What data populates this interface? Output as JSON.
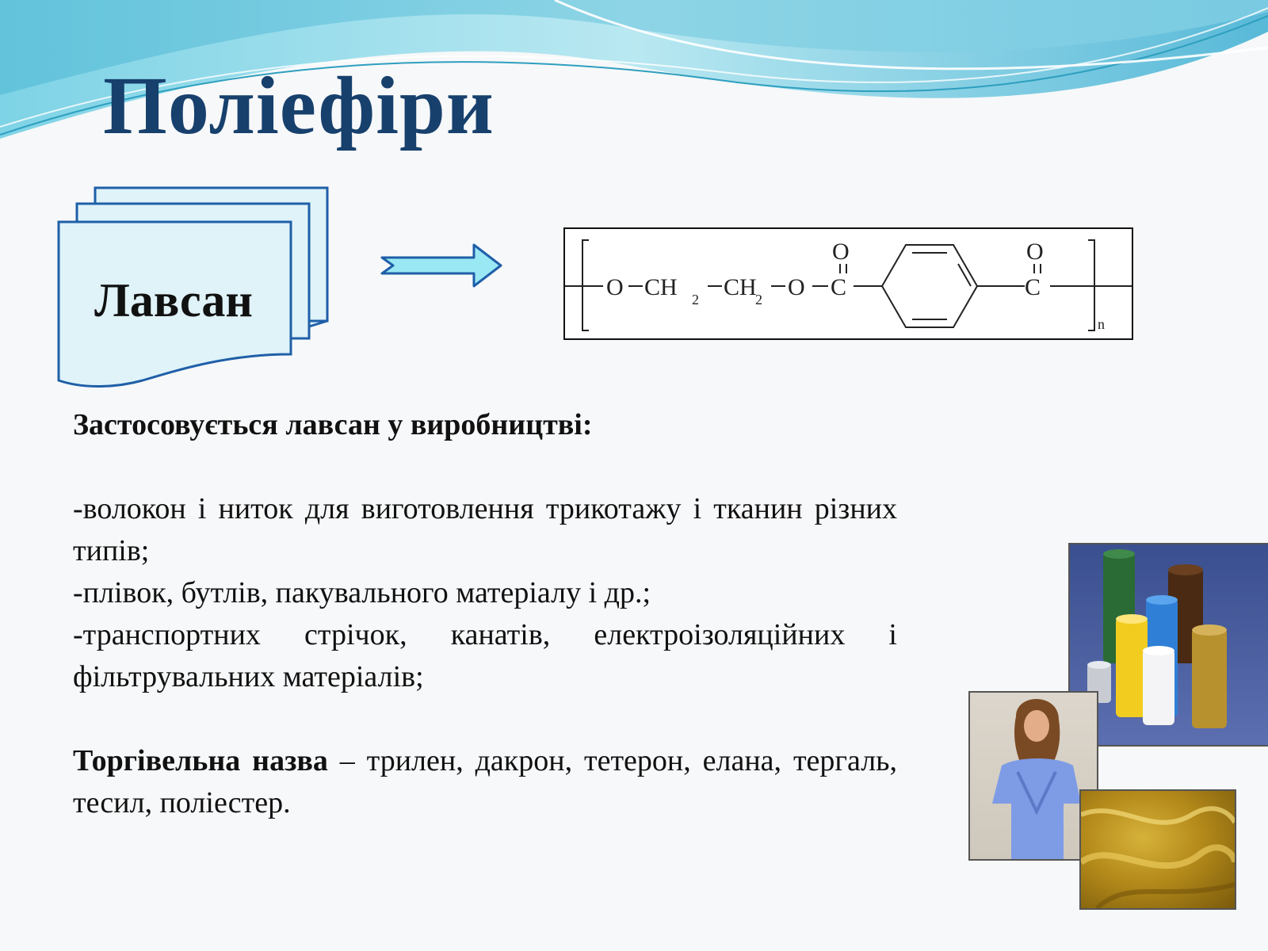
{
  "title": "Поліефіри",
  "doc_label": "Лавсан",
  "formula": {
    "o1": "O",
    "ch2_a": "CH",
    "sub_2a": "2",
    "ch2_b": "CH",
    "sub_2b": "2",
    "o2": "O",
    "c1": "C",
    "c2": "C",
    "o_top1": "O",
    "o_top2": "O",
    "n": "n"
  },
  "text": {
    "heading": "Застосовується лавсан у виробництві:",
    "item1": "-волокон і ниток для виготовлення трикотажу і тканин різних типів;",
    "item2": "-плівок, бутлів, пакувального матеріалу і др.;",
    "item3": "-транспортних стрічок, канатів, електроізоляційних і фільтрувальних матеріалів;",
    "trade_label": "Торгівельна назва",
    "trade_rest": " – трилен, дакрон, тетерон, елана, тергаль, тесил, поліестер."
  },
  "colors": {
    "title": "#17406d",
    "doc_fill": "#dff3f8",
    "doc_stroke": "#1f5fa8",
    "arrow_fill": "#9be8f5",
    "arrow_stroke": "#1f5fa8"
  },
  "images": {
    "rolls": "polyester-film-rolls-photo",
    "woman": "woman-in-blue-dress-photo",
    "fabric": "gold-satin-fabric-photo"
  }
}
